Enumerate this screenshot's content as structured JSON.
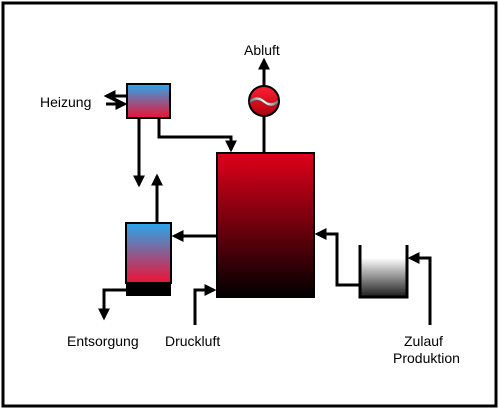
{
  "labels": {
    "exhaust": "Abluft",
    "heating": "Heizung",
    "disposal": "Entsorgung",
    "compressed_air": "Druckluft",
    "inflow": "Zulauf",
    "production": "Produktion"
  },
  "colors": {
    "frame": "#000000",
    "reactor_top": "#e0001a",
    "reactor_bottom": "#000000",
    "cool": "#29a8ee",
    "hot": "#ee1133",
    "fan_body": "#e00010",
    "tank_gray": "#b8b8b8"
  },
  "icons": {
    "fan": "fan-icon"
  }
}
